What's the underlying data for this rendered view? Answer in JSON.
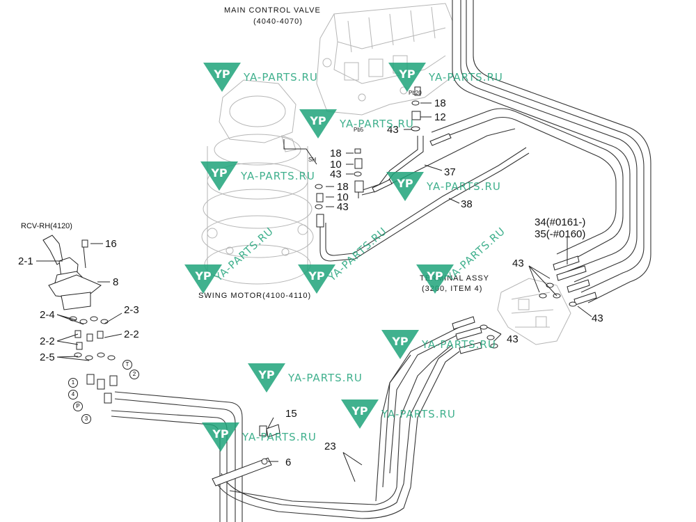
{
  "title_main_valve": "MAIN CONTROL VALVE",
  "title_main_valve_range": "(4040-4070)",
  "title_swing_motor": "SWING MOTOR(4100-4110)",
  "title_rcv": "RCV-RH(4120)",
  "title_terminal_1": "TERMINAL ASSY",
  "title_terminal_2": "(3200, ITEM 4)",
  "port_pb20": "Pb20",
  "port_pb5": "Pb5",
  "port_sh": "SH",
  "callouts": {
    "c18a": "18",
    "c12": "12",
    "c43a": "43",
    "c18b": "18",
    "c10a": "10",
    "c43b": "43",
    "c18c": "18",
    "c10b": "10",
    "c43c": "43",
    "c37": "37",
    "c38": "38",
    "c34": "34(#0161-)",
    "c35": "35(-#0160)",
    "c43d": "43",
    "c43e": "43",
    "c43f": "43",
    "c16": "16",
    "c21": "2-1",
    "c8": "8",
    "c24": "2-4",
    "c23": "2-3",
    "c22a": "2-2",
    "c22b": "2-2",
    "c25": "2-5",
    "c15": "15",
    "c6": "6",
    "c23b": "23"
  },
  "port_circles": {
    "p1": "1",
    "p2": "2",
    "p3": "3",
    "p4": "4",
    "pP": "P",
    "pT": "T"
  },
  "watermark_text": "YA-PARTS.RU",
  "watermark_logo": "YP",
  "colors": {
    "watermark": "#1fa37a",
    "line": "#222222",
    "ghost": "#bbbbbb"
  }
}
